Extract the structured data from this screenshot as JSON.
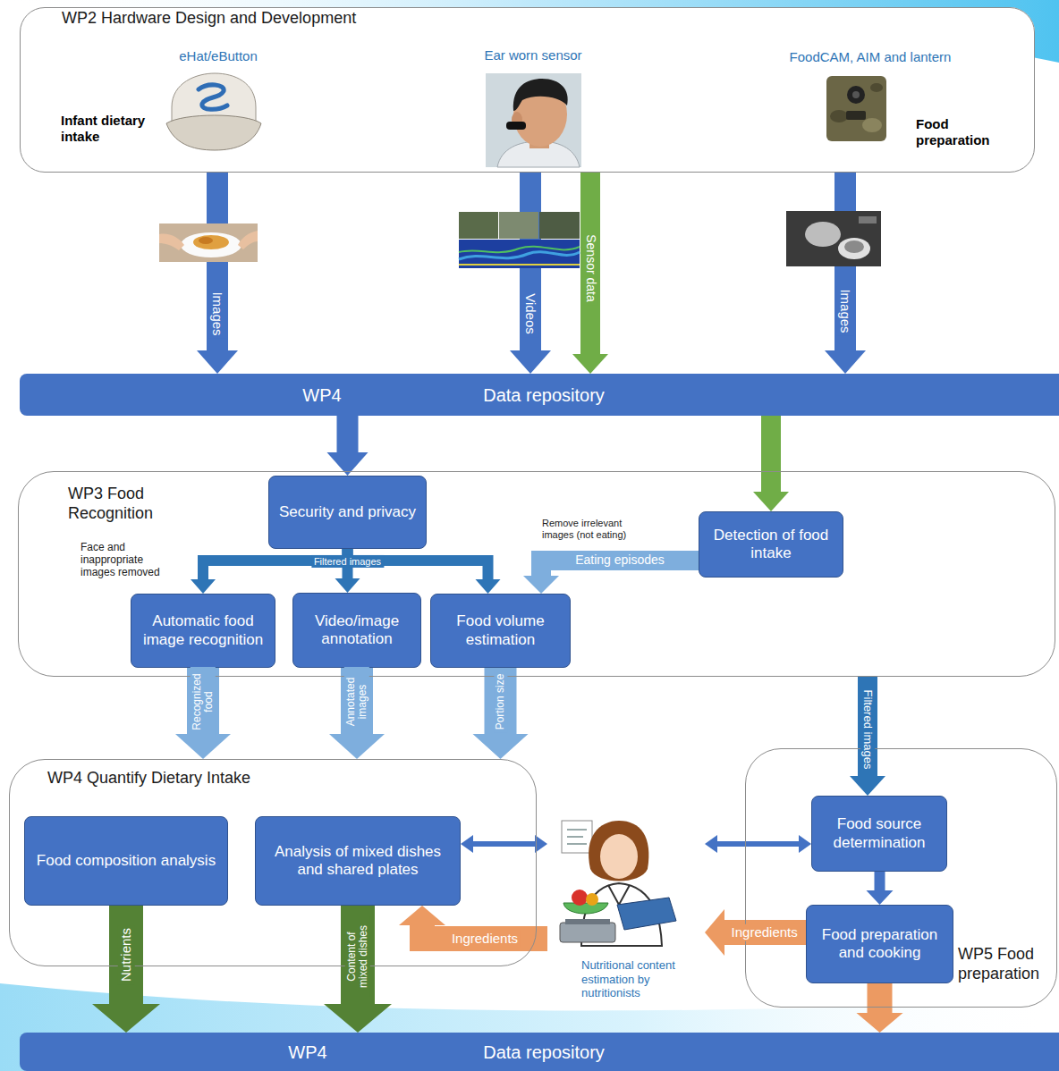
{
  "diagram": {
    "nodes": [
      {
        "text": [
          "WP2 Hardware Design and Development",
          "eHat/eButton",
          "Infant dietary intake",
          "Ear worn sensor",
          "FoodCAM, AIM and lantern",
          "Food preparation"
        ]
      },
      {
        "text": [
          "WP4",
          "Data repository"
        ]
      },
      {
        "text": [
          "WP3 Food Recognition"
        ]
      },
      {
        "text": [
          "Security and privacy"
        ],
        "in": 2
      },
      {
        "text": [
          "Detection of food intake"
        ],
        "in": 2
      },
      {
        "text": [
          "Automatic food image recognition"
        ],
        "in": 2
      },
      {
        "text": [
          "Video/image annotation"
        ],
        "in": 2
      },
      {
        "text": [
          "Food volume estimation"
        ],
        "in": 2
      },
      {
        "text": [
          "WP4 Quantify Dietary Intake"
        ]
      },
      {
        "text": [
          "Food composition analysis"
        ],
        "in": 8
      },
      {
        "text": [
          "Analysis of mixed dishes and shared plates"
        ],
        "in": 8
      },
      {
        "text": [
          "WP5 Food preparation"
        ]
      },
      {
        "text": [
          "Food source determination"
        ],
        "in": 11
      },
      {
        "text": [
          "Food preparation and cooking"
        ],
        "in": 11
      },
      {
        "text": [
          "Nutritional content estimation by nutritionists"
        ]
      },
      {
        "text": [
          "WP4",
          "Data repository"
        ]
      }
    ],
    "edges": [
      {
        "from": 0,
        "to": 1,
        "arrow": "to",
        "label": "Images"
      },
      {
        "from": 0,
        "to": 1,
        "arrow": "to",
        "label": "Videos"
      },
      {
        "from": 0,
        "to": 1,
        "arrow": "to",
        "label": "Sensor data"
      },
      {
        "from": 0,
        "to": 1,
        "arrow": "to",
        "label": "Images"
      },
      {
        "from": 1,
        "to": 3,
        "arrow": "to"
      },
      {
        "from": 1,
        "to": 4,
        "arrow": "to"
      },
      {
        "from": 3,
        "to": 5,
        "arrow": "to"
      },
      {
        "from": 3,
        "to": 6,
        "arrow": "to",
        "label": "Filtered images"
      },
      {
        "from": 3,
        "to": 7,
        "arrow": "to"
      },
      {
        "from": 4,
        "to": 7,
        "arrow": "to",
        "label": "Eating episodes"
      },
      {
        "from": 5,
        "to": 8,
        "arrow": "to",
        "label": "Recognized food"
      },
      {
        "from": 6,
        "to": 8,
        "arrow": "to",
        "label": "Annotated images"
      },
      {
        "from": 7,
        "to": 8,
        "arrow": "to",
        "label": "Portion size"
      },
      {
        "from": 2,
        "to": 12,
        "arrow": "to",
        "label": "Filtered images"
      },
      {
        "from": 10,
        "to": 14,
        "arrow": "both"
      },
      {
        "from": 14,
        "to": 12,
        "arrow": "both"
      },
      {
        "from": 12,
        "to": 13,
        "arrow": "to"
      },
      {
        "from": 13,
        "to": 14,
        "arrow": "to",
        "label": "Ingredients"
      },
      {
        "from": 14,
        "to": 10,
        "arrow": "to",
        "label": "Ingredients"
      },
      {
        "from": 9,
        "to": 15,
        "arrow": "to",
        "label": "Nutrients"
      },
      {
        "from": 10,
        "to": 15,
        "arrow": "to",
        "label": "Content of mixed dishes"
      },
      {
        "from": 13,
        "to": 15,
        "arrow": "to"
      }
    ],
    "labels": [
      "Face and inappropriate images removed",
      "Remove irrelevant images (not eating)"
    ]
  }
}
